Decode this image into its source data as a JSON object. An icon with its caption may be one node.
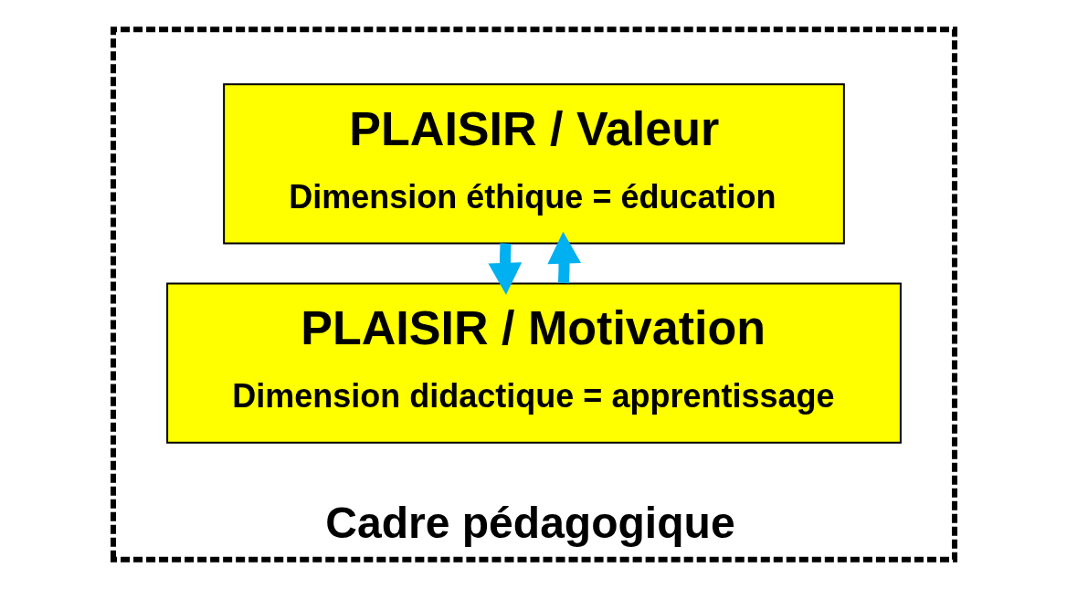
{
  "diagram": {
    "nodes": [
      {
        "text": [
          "Cadre pédagogique"
        ]
      },
      {
        "text": [
          "PLAISIR / Valeur",
          "Dimension éthique = éducation"
        ],
        "in": 0
      },
      {
        "text": [
          "PLAISIR / Motivation",
          "Dimension didactique = apprentissage"
        ],
        "in": 0
      }
    ],
    "edges": [
      {
        "from": 1,
        "to": 2,
        "arrow": "to"
      },
      {
        "from": 2,
        "to": 1,
        "arrow": "to"
      }
    ]
  }
}
